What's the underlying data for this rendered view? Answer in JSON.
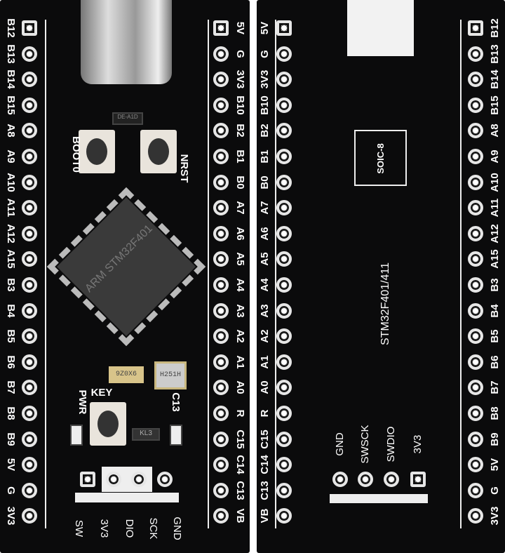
{
  "front": {
    "left_pins": [
      "B12",
      "B13",
      "B14",
      "B15",
      "A8",
      "A9",
      "A10",
      "A11",
      "A12",
      "A15",
      "B3",
      "B4",
      "B5",
      "B6",
      "B7",
      "B8",
      "B9",
      "5V",
      "G",
      "3V3"
    ],
    "right_pins": [
      "5V",
      "G",
      "3V3",
      "B10",
      "B2",
      "B1",
      "B0",
      "A7",
      "A6",
      "A5",
      "A4",
      "A3",
      "A2",
      "A1",
      "A0",
      "R",
      "C15",
      "C14",
      "C13",
      "VB"
    ],
    "boot_label": "BOOT0",
    "reset_label": "NRST",
    "key_label": "KEY",
    "pwr_label": "PWR",
    "led_label": "C13",
    "chip_marking": "ARM STM32F401",
    "crystal1": "9Z0X6",
    "crystal2": "H251H",
    "regulator": "KL3",
    "ic_marking": "DE-A1D",
    "swd_labels": [
      "SW",
      "3V3",
      "DIO",
      "SCK",
      "GND"
    ]
  },
  "back": {
    "left_pins": [
      "5V",
      "G",
      "3V3",
      "B10",
      "B2",
      "B1",
      "B0",
      "A7",
      "A6",
      "A5",
      "A4",
      "A3",
      "A2",
      "A1",
      "A0",
      "R",
      "C15",
      "C14",
      "C13",
      "VB"
    ],
    "right_pins": [
      "B12",
      "B13",
      "B14",
      "B15",
      "A8",
      "A9",
      "A10",
      "A11",
      "A12",
      "A15",
      "B3",
      "B4",
      "B5",
      "B6",
      "B7",
      "B8",
      "B9",
      "5V",
      "G",
      "3V3"
    ],
    "soic_label": "SOIC-8",
    "title": "STM32F401/411",
    "swd_labels": [
      "GND",
      "SWSCK",
      "SWDIO",
      "3V3"
    ]
  }
}
